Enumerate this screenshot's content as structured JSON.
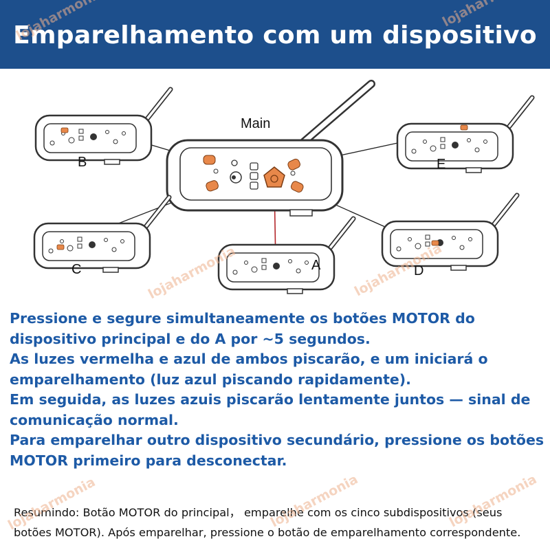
{
  "header": {
    "title": "Emparelhamento com um dispositivo",
    "background_color": "#1d4f8c"
  },
  "diagram": {
    "labels": {
      "main": "Main",
      "a": "A",
      "b": "B",
      "c": "C",
      "d": "D",
      "e": "E"
    },
    "button_color": "#e8884a"
  },
  "instructions": {
    "color": "#1d5aa6",
    "lines": [
      "Pressione e segure simultaneamente os botões MOTOR do dispositivo principal e do A por ~5 segundos.",
      "As luzes vermelha e azul de ambos piscarão, e um iniciará o emparelhamento (luz azul piscando rapidamente).",
      "Em seguida, as luzes azuis piscarão lentamente juntos — sinal de comunicação normal.",
      "Para emparelhar outro dispositivo secundário, pressione os botões MOTOR primeiro para desconectar."
    ]
  },
  "summary": {
    "text": "Resumindo: Botão MOTOR do principal， emparelhe com os cinco subdispositivos (seus botões MOTOR). Após emparelhar, pressione o botão de emparelhamento correspondente."
  },
  "watermark": {
    "text": "lojaharmonia"
  }
}
